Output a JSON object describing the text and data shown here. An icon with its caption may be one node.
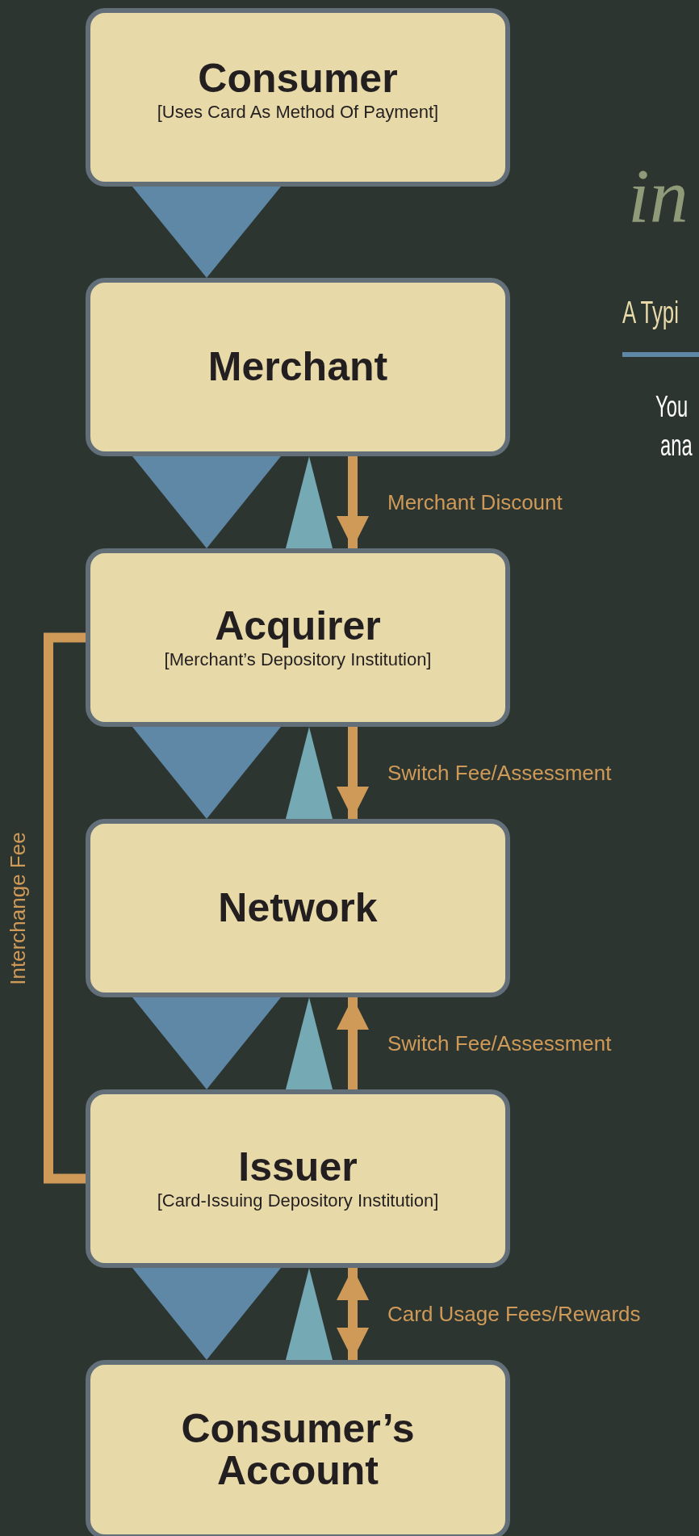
{
  "diagram": {
    "nodes": [
      {
        "text": [
          "Consumer",
          "[Uses Card As Method Of Payment]"
        ]
      },
      {
        "text": [
          "Merchant"
        ]
      },
      {
        "text": [
          "Acquirer",
          "[Merchant’s Depository Institution]"
        ]
      },
      {
        "text": [
          "Network"
        ]
      },
      {
        "text": [
          "Issuer",
          "[Card-Issuing Depository Institution]"
        ]
      },
      {
        "text": [
          "Consumer’s Account"
        ]
      }
    ],
    "edges": [
      {
        "from": 0,
        "to": 1,
        "arrow": "to",
        "color": "#5f88a6"
      },
      {
        "from": 1,
        "to": 2,
        "arrow": "to",
        "color": "#5f88a6"
      },
      {
        "from": 2,
        "to": 1,
        "arrow": "to",
        "color": "#75aab5"
      },
      {
        "from": 1,
        "to": 2,
        "arrow": "to",
        "label": "Merchant Discount",
        "color": "#cf9a58"
      },
      {
        "from": 2,
        "to": 3,
        "arrow": "to",
        "color": "#5f88a6"
      },
      {
        "from": 3,
        "to": 2,
        "arrow": "to",
        "color": "#75aab5"
      },
      {
        "from": 2,
        "to": 3,
        "arrow": "to",
        "label": "Switch Fee/Assessment",
        "color": "#cf9a58"
      },
      {
        "from": 2,
        "to": 4,
        "arrow": "none",
        "label": "Interchange Fee",
        "color": "#cf9a58"
      },
      {
        "from": 3,
        "to": 4,
        "arrow": "to",
        "color": "#5f88a6"
      },
      {
        "from": 4,
        "to": 3,
        "arrow": "to",
        "color": "#75aab5"
      },
      {
        "from": 4,
        "to": 3,
        "arrow": "to",
        "label": "Switch Fee/Assessment",
        "color": "#cf9a58"
      },
      {
        "from": 4,
        "to": 5,
        "arrow": "to",
        "color": "#5f88a6"
      },
      {
        "from": 5,
        "to": 4,
        "arrow": "to",
        "color": "#75aab5"
      },
      {
        "from": 4,
        "to": 5,
        "arrow": "both",
        "label": "Card Usage Fees/Rewards",
        "color": "#cf9a58"
      }
    ],
    "labels": [
      "in",
      "A Typi",
      "You",
      "ana"
    ]
  }
}
